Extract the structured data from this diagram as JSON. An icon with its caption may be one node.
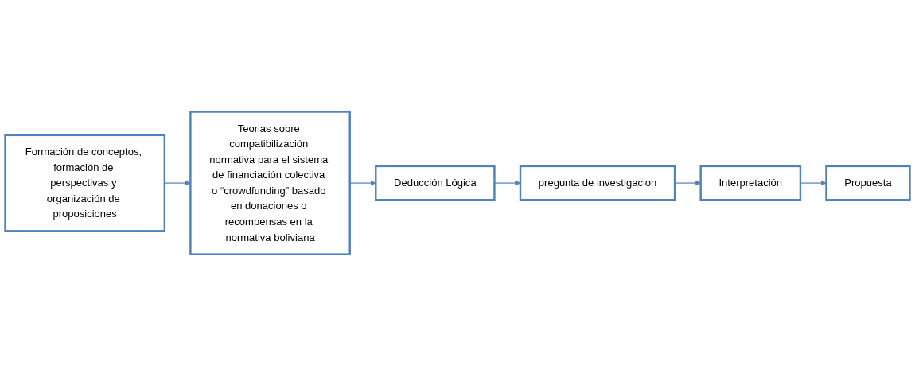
{
  "diagram": {
    "nodes": [
      {
        "text": [
          "Formación de conceptos, formación de perspectivas y organización de proposiciones"
        ]
      },
      {
        "text": [
          "Teorias sobre compatibilización normativa para el sistema de financiación colectiva o “crowdfunding” basado en donaciones o recompensas en la normativa boliviana"
        ]
      },
      {
        "text": [
          "Deducción Lógica"
        ]
      },
      {
        "text": [
          "pregunta de investigacion"
        ]
      },
      {
        "text": [
          "Interpretación"
        ]
      },
      {
        "text": [
          "Propuesta"
        ]
      }
    ],
    "edges": [
      {
        "from": 0,
        "to": 1,
        "arrow": "to"
      },
      {
        "from": 1,
        "to": 2,
        "arrow": "to"
      },
      {
        "from": 2,
        "to": 3,
        "arrow": "to"
      },
      {
        "from": 3,
        "to": 4,
        "arrow": "to"
      },
      {
        "from": 4,
        "to": 5,
        "arrow": "to"
      }
    ]
  }
}
